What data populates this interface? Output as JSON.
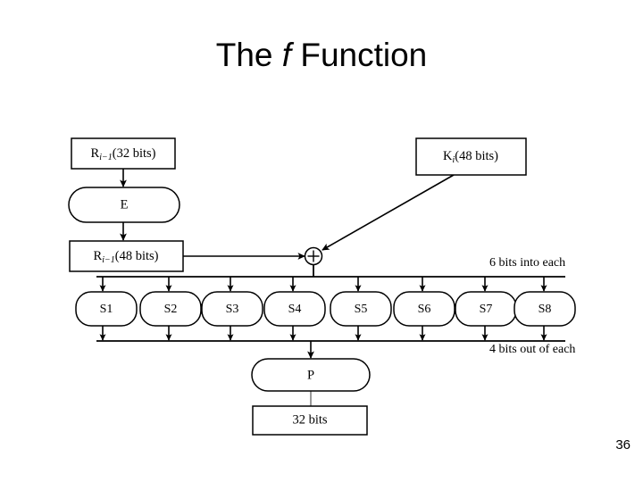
{
  "slide": {
    "title_prefix": "The ",
    "title_italic": "f",
    "title_suffix": " Function",
    "page_number": "36",
    "background_color": "#ffffff",
    "ink_color": "#000000"
  },
  "diagram": {
    "type": "flowchart",
    "name": "des-f-function-diagram",
    "nodes": [
      {
        "id": "r-in",
        "shape": "rectangle",
        "base": "R",
        "subscript": "i−1",
        "suffix": "(32 bits)",
        "full_text": "R i−1 (32 bits)"
      },
      {
        "id": "e-box",
        "shape": "rounded",
        "base": "E",
        "subscript": "",
        "suffix": "",
        "full_text": "E"
      },
      {
        "id": "r-expanded",
        "shape": "rectangle",
        "base": "R",
        "subscript": "i−1",
        "suffix": "(48 bits)",
        "full_text": "R i−1 (48 bits)"
      },
      {
        "id": "k-box",
        "shape": "rectangle",
        "base": "K",
        "subscript": "i",
        "subscript_italic": true,
        "suffix": "(48 bits)",
        "full_text": "K i (48 bits)"
      },
      {
        "id": "xor",
        "shape": "circle",
        "base": "⊕",
        "full_text": "XOR"
      },
      {
        "id": "p-box",
        "shape": "rounded",
        "base": "P",
        "subscript": "",
        "suffix": "",
        "full_text": "P"
      },
      {
        "id": "out-box",
        "shape": "rectangle",
        "base": "32 bits",
        "subscript": "",
        "suffix": "",
        "full_text": "32 bits"
      }
    ],
    "sboxes": [
      {
        "label": "S1"
      },
      {
        "label": "S2"
      },
      {
        "label": "S3"
      },
      {
        "label": "S4"
      },
      {
        "label": "S5"
      },
      {
        "label": "S6"
      },
      {
        "label": "S7"
      },
      {
        "label": "S8"
      }
    ],
    "annotations": [
      {
        "id": "note-in",
        "text": "6 bits into each"
      },
      {
        "id": "note-out",
        "text": "4 bits out of each"
      }
    ]
  }
}
